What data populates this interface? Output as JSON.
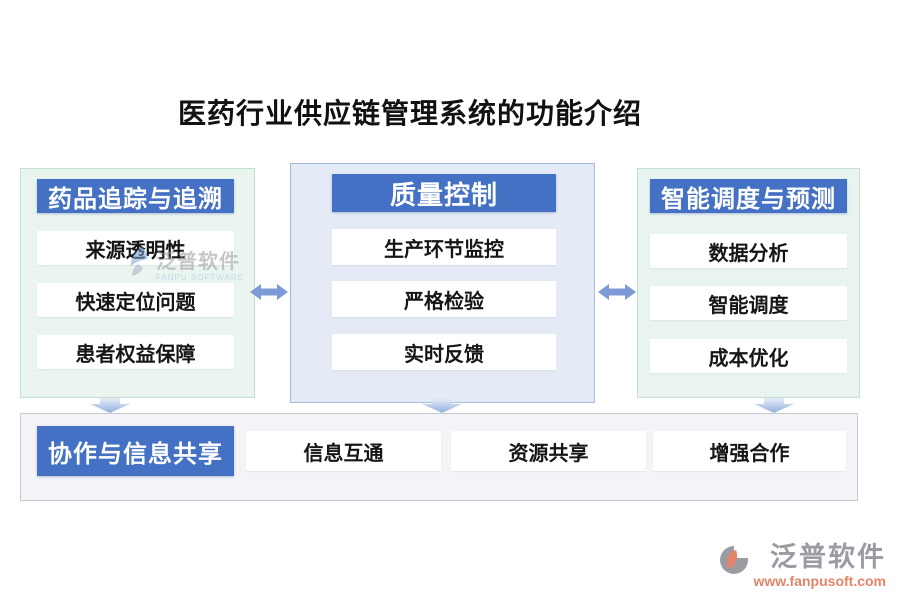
{
  "page": {
    "title": "医药行业供应链管理系统的功能介绍"
  },
  "columns": [
    {
      "header": "药品追踪与追溯",
      "items": [
        "来源透明性",
        "快速定位问题",
        "患者权益保障"
      ]
    },
    {
      "header": "质量控制",
      "items": [
        "生产环节监控",
        "严格检验",
        "实时反馈"
      ]
    },
    {
      "header": "智能调度与预测",
      "items": [
        "数据分析",
        "智能调度",
        "成本优化"
      ]
    }
  ],
  "bottom_row": {
    "header": "协作与信息共享",
    "items": [
      "信息互通",
      "资源共享",
      "增强合作"
    ]
  },
  "icons": {
    "horizontal_arrows": "left-right-double-arrow-icon",
    "down_arrows": "down-arrow-icon"
  },
  "watermark": {
    "brand": "泛普软件",
    "brand_en": "FANPU SOFTWARE"
  },
  "footer": {
    "brand": "泛普软件",
    "website": "www.fanpusoft.com"
  },
  "colors": {
    "header_blue": "#4471c4",
    "left_panel_bg": "#eaf5ef",
    "left_panel_border": "#c2e0cf",
    "middle_panel_bg": "#e4ebf7",
    "middle_panel_border": "#a7bcdb",
    "right_panel_bg": "#e9f4f1",
    "right_panel_border": "#c4e0d6",
    "bottom_panel_bg": "#f3f3f8",
    "bottom_panel_border": "#c9c9d1",
    "arrow_blue": "#7e9ad6",
    "item_text": "#161616",
    "footer_brand_gray": "#9b9ba3",
    "footer_url_orange": "#e2846a"
  }
}
